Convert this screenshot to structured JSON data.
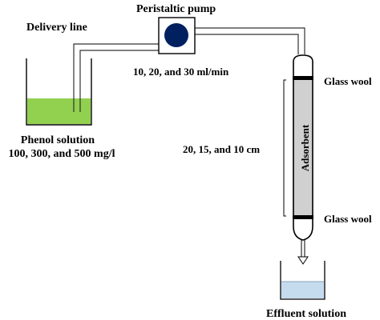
{
  "labels": {
    "delivery_line": "Delivery line",
    "peristaltic_pump": "Peristaltic pump",
    "flow_rates": "10, 20, and 30 ml/min",
    "glass_wool_top": "Glass wool",
    "glass_wool_bottom": "Glass wool",
    "adsorbent": "Adsorbent",
    "bed_heights": "20, 15, and 10 cm",
    "phenol_solution": "Phenol solution",
    "phenol_concentrations": "100, 300, and 500 mg/l",
    "effluent_solution": "Effluent solution"
  },
  "colors": {
    "phenol_liquid": "#92d050",
    "pump": "#002060",
    "adsorbent_bed": "#d0d0d0",
    "effluent_liquid": "#c5dcef",
    "glass_wool": "#000000"
  }
}
